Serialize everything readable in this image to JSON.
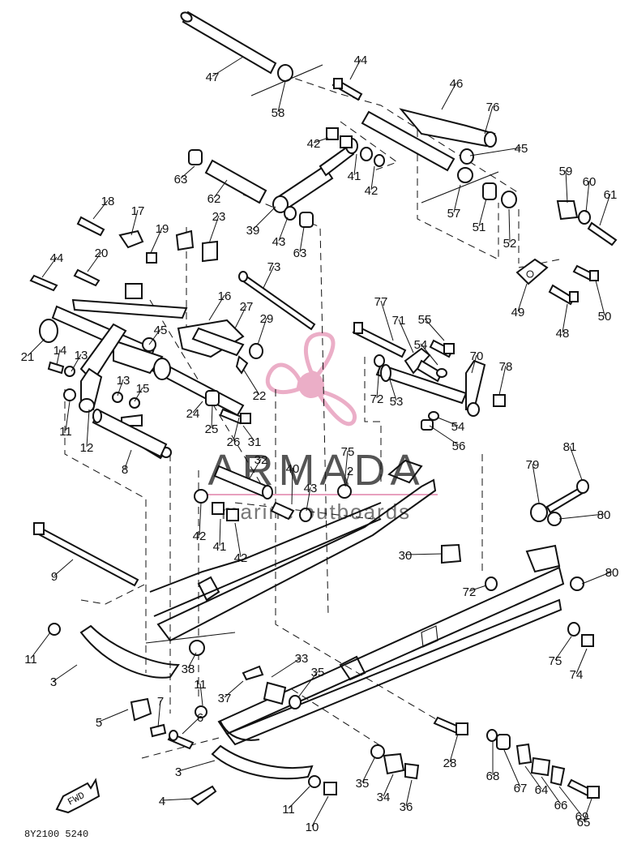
{
  "watermark": {
    "brand": "ARMADA",
    "tagline": "marine outboards",
    "color": "#e8a0be"
  },
  "drawing_code": "8Y2100 5240",
  "fwd_label": "FWD",
  "part_numbers": [
    "47",
    "58",
    "44",
    "46",
    "76",
    "42",
    "41",
    "42",
    "45",
    "63",
    "62",
    "39",
    "43",
    "63",
    "57",
    "59",
    "60",
    "61",
    "51",
    "52",
    "18",
    "17",
    "19",
    "23",
    "44",
    "20",
    "73",
    "16",
    "27",
    "45",
    "29",
    "21",
    "14",
    "13",
    "13",
    "15",
    "22",
    "11",
    "12",
    "24",
    "25",
    "26",
    "31",
    "8",
    "32",
    "40",
    "43",
    "75",
    "2",
    "42",
    "41",
    "42",
    "77",
    "71",
    "55",
    "54",
    "70",
    "78",
    "72",
    "53",
    "54",
    "56",
    "49",
    "50",
    "48",
    "79",
    "81",
    "80",
    "80",
    "30",
    "72",
    "9",
    "11",
    "3",
    "38",
    "33",
    "35",
    "37",
    "5",
    "7",
    "6",
    "11",
    "28",
    "68",
    "67",
    "64",
    "66",
    "69",
    "75",
    "74",
    "3",
    "4",
    "35",
    "34",
    "36",
    "11",
    "10",
    "65"
  ]
}
